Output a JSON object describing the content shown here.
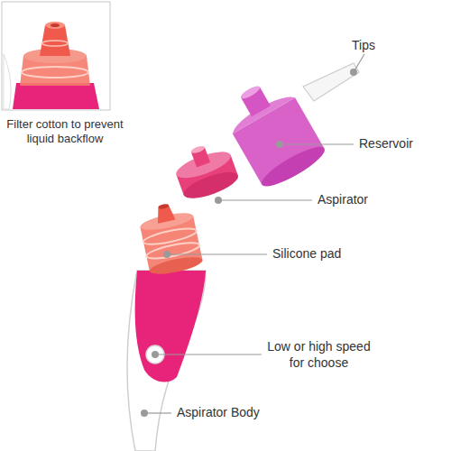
{
  "diagram": {
    "labels": [
      "Filter cotton to prevent liquid backflow",
      "Tips",
      "Reservoir",
      "Aspirator",
      "Silicone pad",
      "Low or high speed for choose",
      "Aspirator Body"
    ]
  }
}
